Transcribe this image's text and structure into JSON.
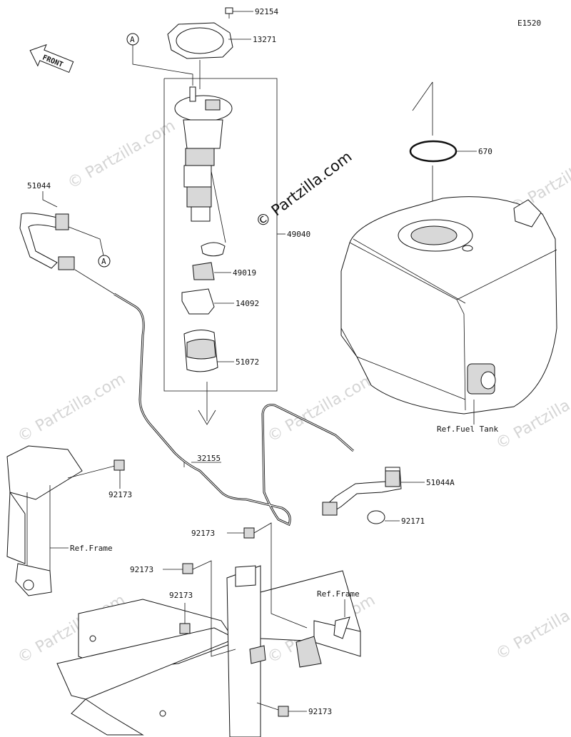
{
  "diagram_code": "E1520",
  "front_label": "FRONT",
  "watermark": "© Partzilla.com",
  "callout_a": "A",
  "labels": {
    "p92154": "92154",
    "p13271": "13271",
    "p49040": "49040",
    "p49019": "49019",
    "p14092": "14092",
    "p51072": "51072",
    "p670": "670",
    "p51044": "51044",
    "p51044a": "51044A",
    "p32155": "32155",
    "p92171": "92171",
    "p92173": "92173",
    "ref_fuel_tank": "Ref.Fuel Tank",
    "ref_frame": "Ref.Frame"
  }
}
